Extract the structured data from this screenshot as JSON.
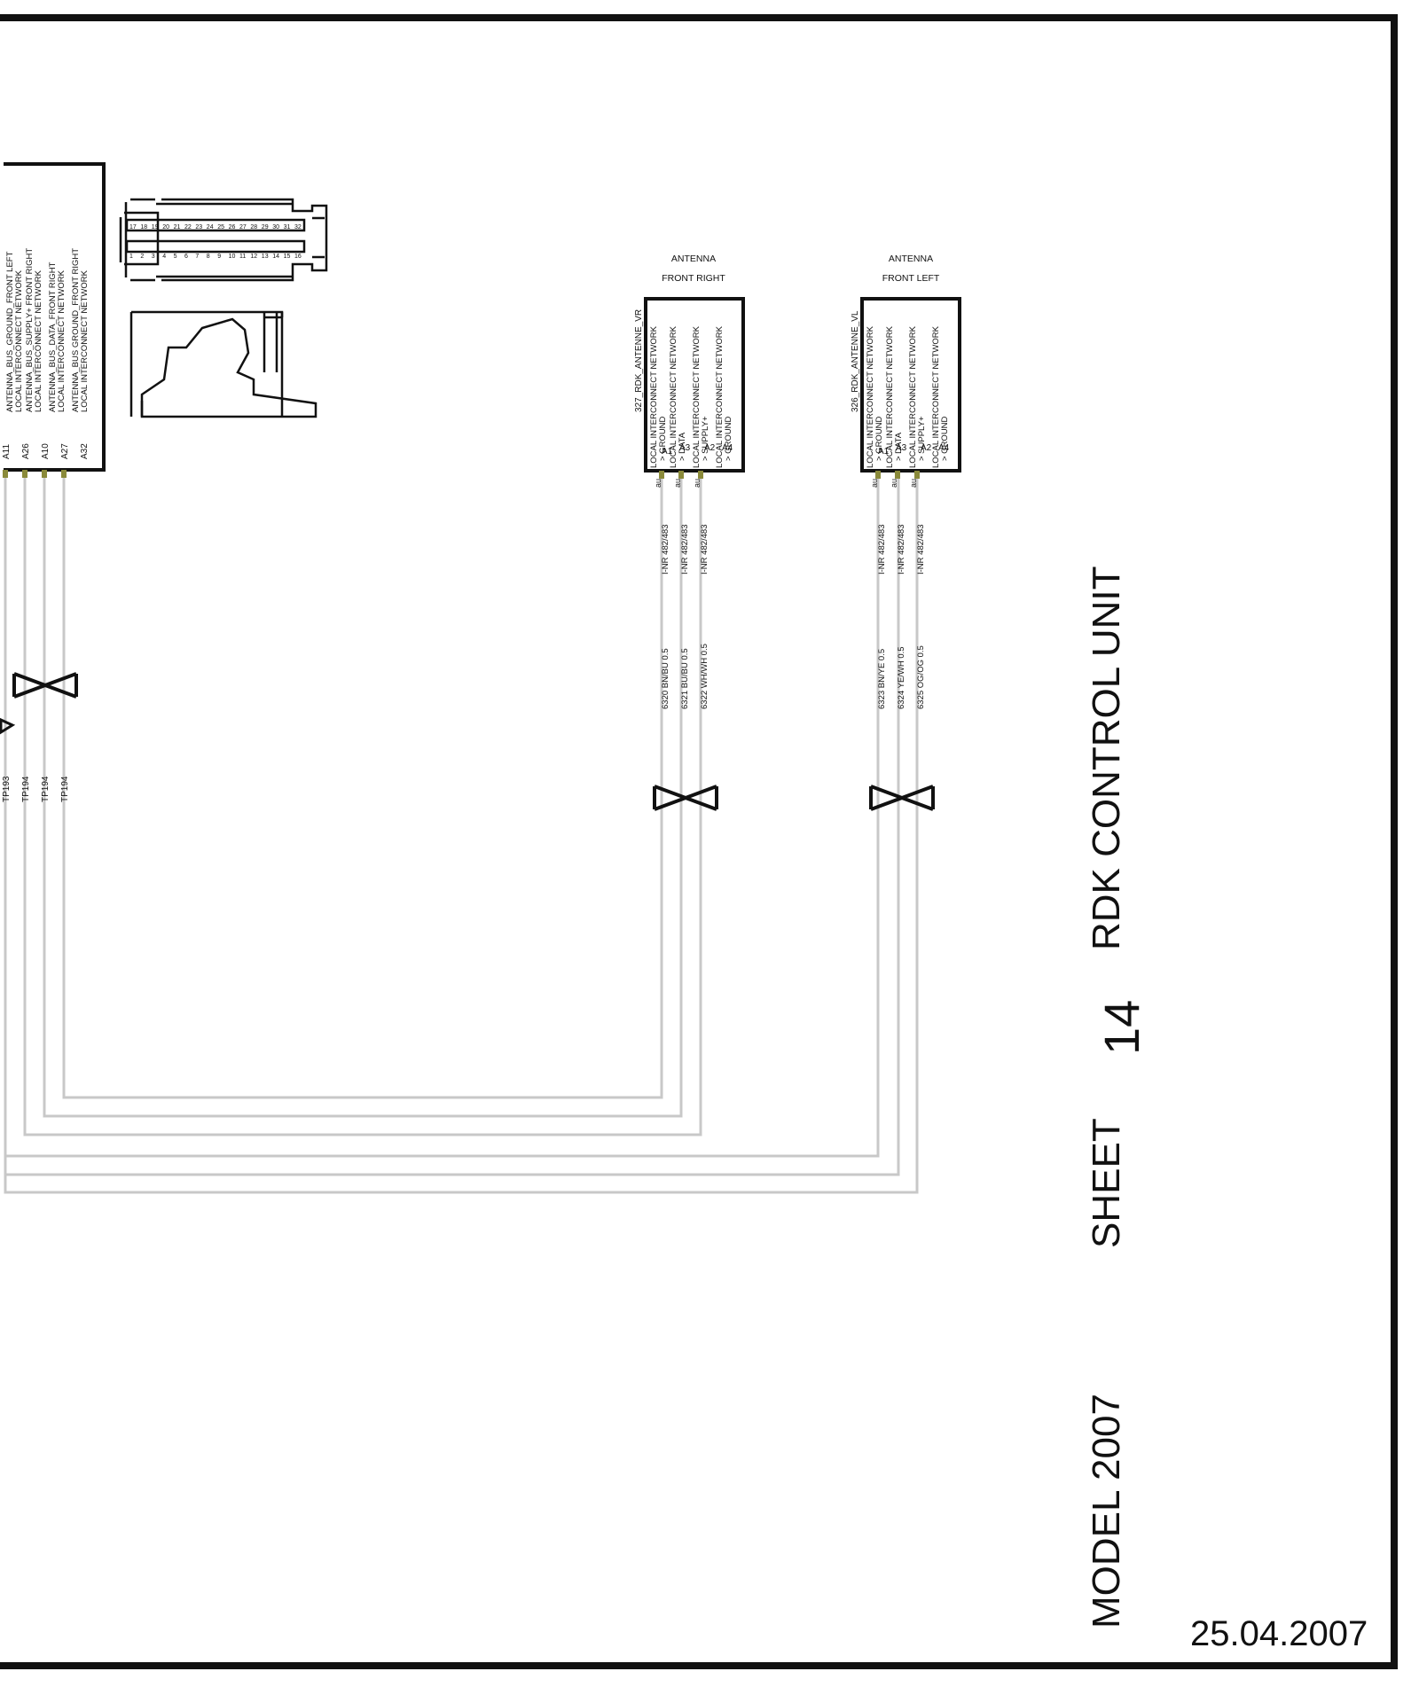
{
  "title_block": {
    "sheet_label": "SHEET",
    "sheet_number": "14",
    "title": "RDK CONTROL UNIT",
    "model": "MODEL 2007",
    "date": "25.04.2007"
  },
  "control_unit": {
    "signals": [
      "ANTENNA_BUS_GROUND_FRONT LEFT",
      "LOCAL INTERCONNECT NETWORK",
      "ANTENNA_BUS_SUPPLY+ FRONT RIGHT",
      "LOCAL INTERCONNECT NETWORK",
      "ANTENNA_BUS_DATA_FRONT RIGHT",
      "LOCAL INTERCONNECT NETWORK",
      "ANTENNA_BUS GROUND_FRONT RIGHT",
      "LOCAL INTERCONNECT NETWORK"
    ],
    "pins": [
      "A11",
      "A26",
      "A10",
      "A27",
      "A32"
    ],
    "tp_labels": [
      "TP193",
      "TP194",
      "TP194",
      "TP194"
    ],
    "connector_pins_top": [
      "17",
      "18",
      "19",
      "20",
      "21",
      "22",
      "23",
      "24",
      "25",
      "26",
      "27",
      "28",
      "29",
      "30",
      "31",
      "32"
    ],
    "connector_pins_bottom": [
      "1",
      "2",
      "3",
      "4",
      "5",
      "6",
      "7",
      "8",
      "9",
      "10",
      "11",
      "12",
      "13",
      "14",
      "15",
      "16"
    ]
  },
  "antenna_right": {
    "title_line1": "ANTENNA",
    "title_line2": "FRONT RIGHT",
    "ref": "327_RDK_ANTENNE_VR",
    "lines": [
      "LOCAL INTERCONNECT NETWORK",
      "> GROUND",
      "LOCAL INTERCONNECT NETWORK",
      "> DATA",
      "LOCAL INTERCONNECT NETWORK",
      "> SUPPLY+",
      "LOCAL INTERCONNECT NETWORK",
      "> GROUND"
    ],
    "pins": [
      "A1",
      "A3",
      "A2",
      "A4"
    ],
    "terminal_tag": "au",
    "wires": [
      {
        "ref": "I-NR 482/483",
        "label": "6320 BN/BU 0.5"
      },
      {
        "ref": "I-NR 482/483",
        "label": "6321 BU/BU 0.5"
      },
      {
        "ref": "I-NR 482/483",
        "label": "6322 WH/WH 0.5"
      }
    ]
  },
  "antenna_left": {
    "title_line1": "ANTENNA",
    "title_line2": "FRONT LEFT",
    "ref": "326_RDK_ANTENNE_VL",
    "lines": [
      "LOCAL INTERCONNECT NETWORK",
      "> GROUND",
      "LOCAL INTERCONNECT NETWORK",
      "> DATA",
      "LOCAL INTERCONNECT NETWORK",
      "> SUPPLY+",
      "LOCAL INTERCONNECT NETWORK",
      "> GROUND"
    ],
    "pins": [
      "A1",
      "A3",
      "A2",
      "A4"
    ],
    "terminal_tag": "au",
    "wires": [
      {
        "ref": "I-NR 482/483",
        "label": "6323 BN/YE 0.5"
      },
      {
        "ref": "I-NR 482/483",
        "label": "6324 YE/WH 0.5"
      },
      {
        "ref": "I-NR 482/483",
        "label": "6325 OG/OG 0.5"
      }
    ]
  },
  "colors": {
    "frame": "#111111",
    "wire": "#c8c8c8",
    "terminal": "#8a8a3a"
  }
}
